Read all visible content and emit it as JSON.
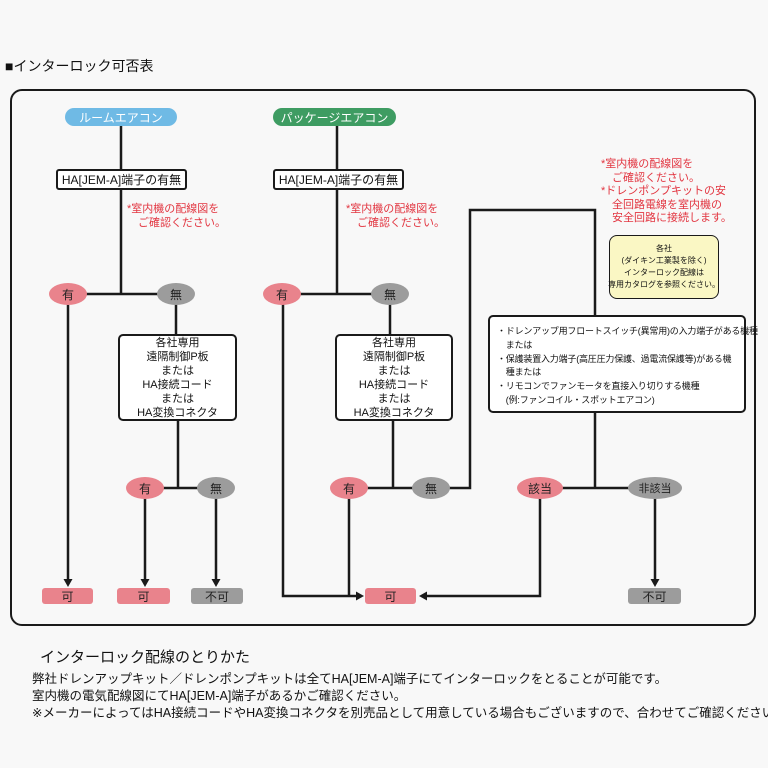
{
  "title": "■インターロック可否表",
  "colors": {
    "room_ac_pill": "#6fbae5",
    "package_ac_pill": "#3e9c62",
    "yes_pink": "#e9838c",
    "no_gray": "#9c9c9c",
    "note_red": "#e23540",
    "maker_note_yellow": "#faf7c4",
    "line_black": "#1a1a1a"
  },
  "flow": {
    "room_ac": "ルームエアコン",
    "package_ac": "パッケージエアコン",
    "ha_terminal": "HA[JEM-A]端子の有無",
    "note_room": "*室内機の配線図を\n　ご確認ください。",
    "note_package": "*室内機の配線図を\n　ご確認ください。",
    "note_right": "*室内機の配線図を\n　ご確認ください。\n*ドレンポンプキットの安\n　全回路電線を室内機の\n　安全回路に接続します。",
    "maker_note": "各社\n(ダイキン工業製を除く)\nインターロック配線は\n専用カタログを参照ください。",
    "adapter_options": "各社専用\n遠隔制御P板\nまたは\nHA接続コード\nまたは\nHA変換コネクタ",
    "applicable_models": "・ドレンアップ用フロートスイッチ(異常用)の入力端子がある機種\n　または\n・保護装置入力端子(高圧圧力保護、過電流保護等)がある機\n　種または\n・リモコンでファンモータを直接入り切りする機種\n　(例:ファンコイル・スポットエアコン)",
    "yes": "有",
    "no": "無",
    "applicable": "該当",
    "not_applicable": "非該当",
    "ok": "可",
    "ng": "不可"
  },
  "footer": {
    "heading": "インターロック配線のとりかた",
    "body": "弊社ドレンアップキット／ドレンポンプキットは全てHA[JEM-A]端子にてインターロックをとることが可能です。\n室内機の電気配線図にてHA[JEM-A]端子があるかご確認ください。\n※メーカーによってはHA接続コードやHA変換コネクタを別売品として用意している場合もございますので、合わせてご確認ください。"
  }
}
